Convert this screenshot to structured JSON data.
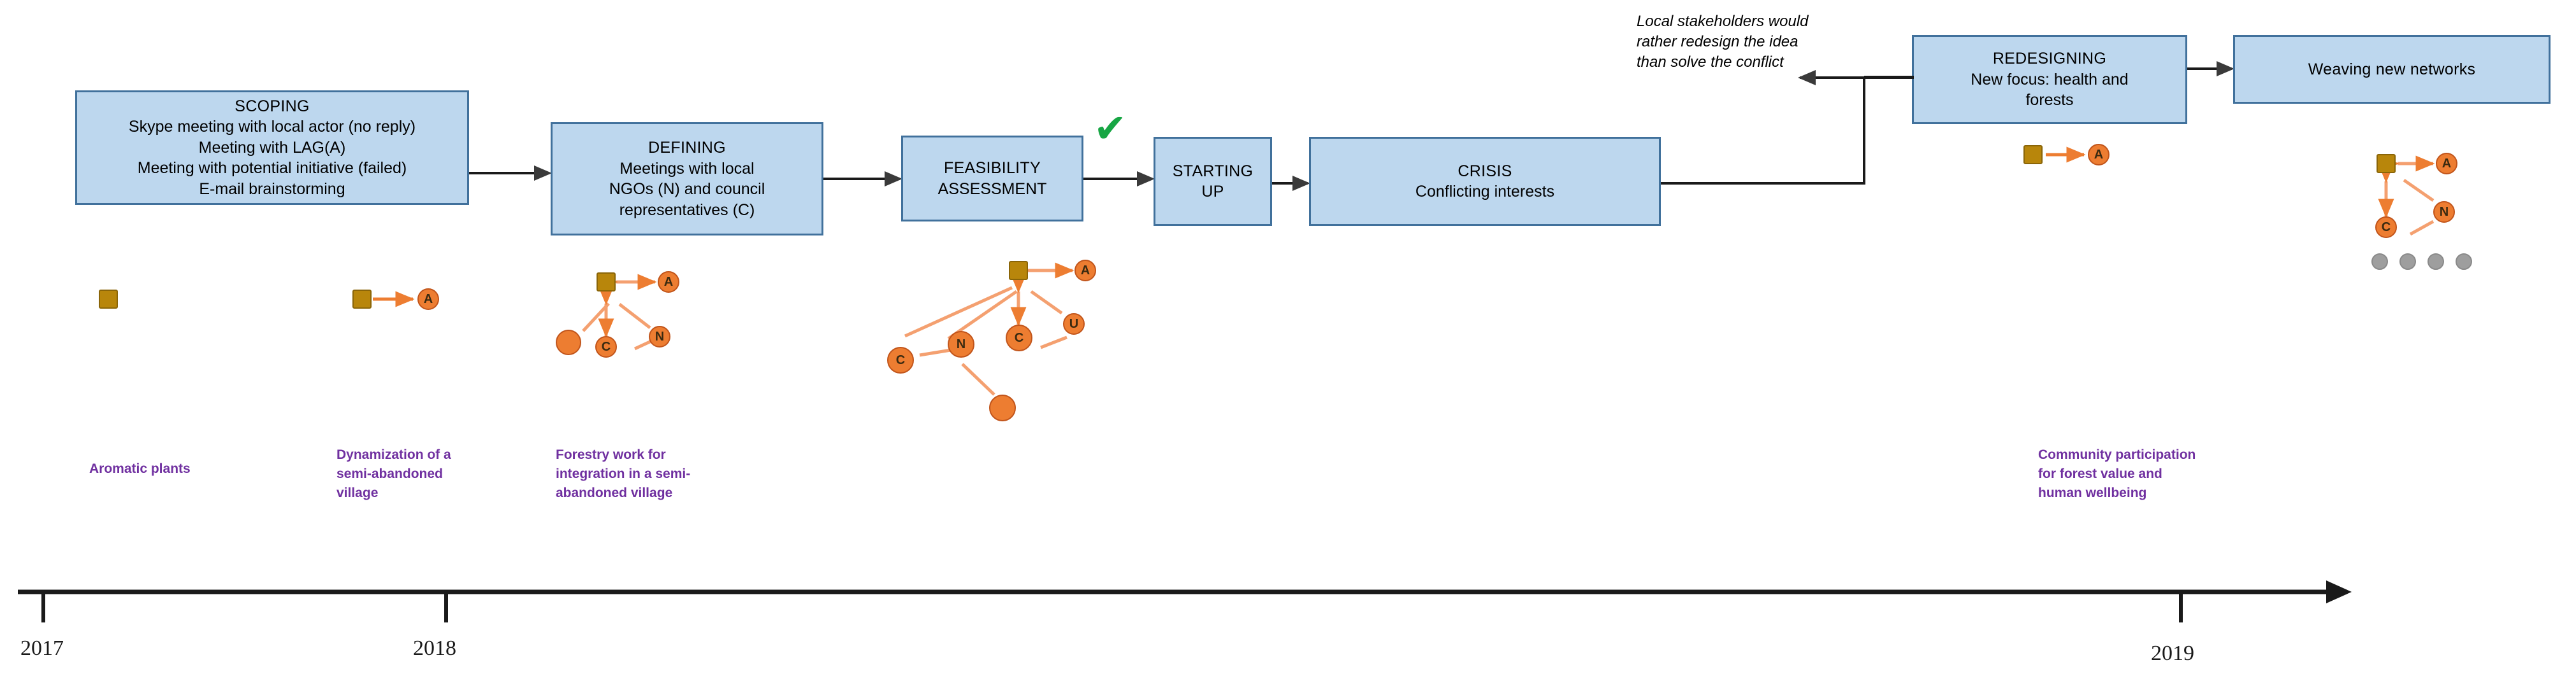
{
  "diagram": {
    "title_domain": "project timeline",
    "colors": {
      "box_fill": "#bdd7ee",
      "box_border": "#41719c",
      "node_square": "#b8860b",
      "node_circle": "#ed7d31",
      "node_inactive": "#9e9e9e",
      "caption_text": "#7030a0",
      "check": "#17a644",
      "axis": "#1a1a1a"
    },
    "phases": [
      {
        "id": "scoping",
        "title": "SCOPING",
        "lines": [
          "Skype meeting with local actor (no reply)",
          "Meeting with LAG(A)",
          "Meeting with potential initiative (failed)",
          "E-mail brainstorming"
        ]
      },
      {
        "id": "defining",
        "title": "DEFINING",
        "lines": [
          "Meetings with local",
          "NGOs (N) and council",
          "representatives (C)"
        ]
      },
      {
        "id": "feasibility",
        "title": "FEASIBILITY",
        "lines": [
          "ASSESSMENT"
        ]
      },
      {
        "id": "starting-up",
        "title": "STARTING UP",
        "lines": []
      },
      {
        "id": "crisis",
        "title": "CRISIS",
        "lines": [
          "Conflicting interests"
        ]
      },
      {
        "id": "redesigning",
        "title": "REDESIGNING",
        "lines": [
          "New focus: health and",
          "forests"
        ]
      },
      {
        "id": "weaving",
        "title": "Weaving new networks",
        "lines": []
      }
    ],
    "annotation": "Local stakeholders would\nrather redesign the idea\nthan solve the conflict",
    "check_glyph": "✔",
    "captions": [
      {
        "id": "aromatic",
        "text": "Aromatic plants"
      },
      {
        "id": "dynamization",
        "text": "Dynamization of a\nsemi-abandoned\nvillage"
      },
      {
        "id": "forestry",
        "text": "Forestry work for\nintegration in a semi-\nabandoned village"
      },
      {
        "id": "community",
        "text": "Community participation\nfor forest value and\nhuman wellbeing"
      }
    ],
    "networks": [
      {
        "id": "net-1",
        "nodes": [
          {
            "type": "square",
            "label": ""
          }
        ]
      },
      {
        "id": "net-2",
        "nodes": [
          {
            "type": "square",
            "label": ""
          },
          {
            "type": "circle",
            "label": "A"
          }
        ]
      },
      {
        "id": "net-3",
        "nodes": [
          {
            "type": "square",
            "label": ""
          },
          {
            "type": "circle",
            "label": "A"
          },
          {
            "type": "circle",
            "label": "N"
          },
          {
            "type": "circle",
            "label": "C"
          },
          {
            "type": "circle",
            "label": ""
          }
        ]
      },
      {
        "id": "net-4",
        "nodes": [
          {
            "type": "square",
            "label": ""
          },
          {
            "type": "circle",
            "label": "A"
          },
          {
            "type": "circle",
            "label": "U"
          },
          {
            "type": "circle",
            "label": "C"
          },
          {
            "type": "circle",
            "label": "N"
          },
          {
            "type": "circle",
            "label": "C"
          },
          {
            "type": "circle",
            "label": ""
          }
        ]
      },
      {
        "id": "net-5",
        "nodes": [
          {
            "type": "square",
            "label": ""
          },
          {
            "type": "circle",
            "label": "A"
          }
        ]
      },
      {
        "id": "net-6",
        "nodes": [
          {
            "type": "square",
            "label": ""
          },
          {
            "type": "circle",
            "label": "A"
          },
          {
            "type": "circle",
            "label": "N"
          },
          {
            "type": "circle",
            "label": "C"
          },
          {
            "type": "inactive",
            "label": ""
          },
          {
            "type": "inactive",
            "label": ""
          },
          {
            "type": "inactive",
            "label": ""
          },
          {
            "type": "inactive",
            "label": ""
          }
        ]
      }
    ],
    "timeline": {
      "years": [
        "2017",
        "2018",
        "2019"
      ]
    }
  }
}
